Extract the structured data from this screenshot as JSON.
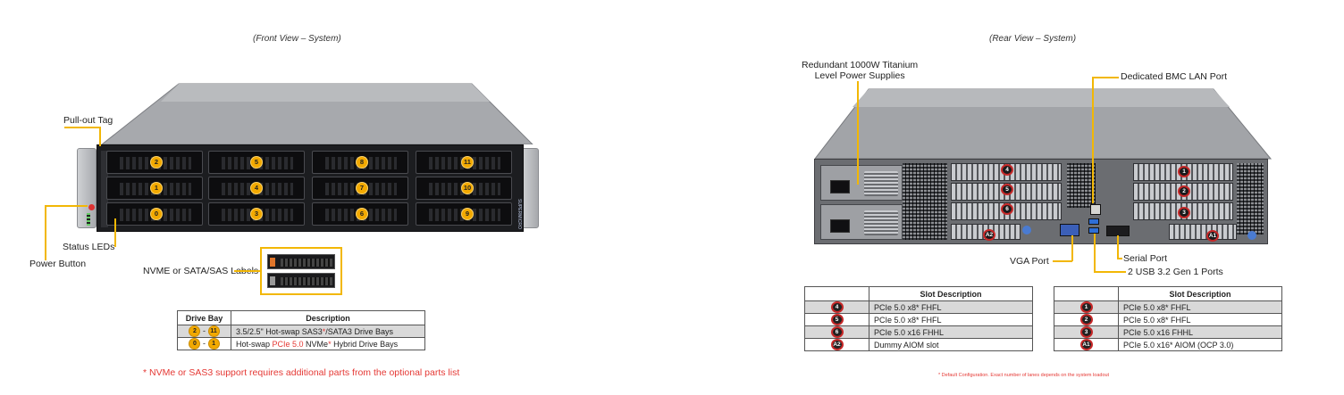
{
  "front": {
    "caption": "(Front View – System)",
    "labels": {
      "pullout_tag": "Pull-out Tag",
      "status_leds": "Status LEDs",
      "power_button": "Power Button",
      "drive_labels": "NVME or SATA/SAS Labels"
    },
    "bay_numbers": {
      "row1": [
        "2",
        "5",
        "8",
        "11"
      ],
      "row2": [
        "1",
        "4",
        "7",
        "10"
      ],
      "row3": [
        "0",
        "3",
        "6",
        "9"
      ]
    },
    "brand_vertical": "SUPERMICRO",
    "table": {
      "headers": [
        "Drive Bay",
        "Description"
      ],
      "rows": [
        {
          "from": "2",
          "dash": "-",
          "to": "11",
          "desc_a": "3.5/2.5\" Hot-swap SAS3",
          "desc_star": "*",
          "desc_b": "/SATA3 Drive  Bays"
        },
        {
          "from": "0",
          "dash": "-",
          "to": "1",
          "desc_a": "Hot-swap ",
          "desc_red": "PCIe 5.0",
          "desc_b": " NVMe",
          "desc_star": "*",
          "desc_c": " Hybrid Drive  Bays"
        }
      ]
    },
    "footnote": "* NVMe or SAS3 support requires additional parts from the optional parts list"
  },
  "rear": {
    "caption": "(Rear View – System)",
    "labels": {
      "psu_line1": "Redundant  1000W Titanium",
      "psu_line2": "Level Power Supplies",
      "bmc": "Dedicated BMC LAN Port",
      "serial": "Serial Port",
      "vga": "VGA Port",
      "usb": "2 USB 3.2 Gen 1 Ports"
    },
    "slot_badges": {
      "left": [
        "4",
        "5",
        "6"
      ],
      "right": [
        "1",
        "2",
        "3"
      ],
      "aiom_left": "A2",
      "aiom_right": "A1"
    },
    "table_left": {
      "headers": [
        "",
        "Slot Description"
      ],
      "rows": [
        {
          "badge": "4",
          "desc": "PCIe 5.0 x8* FHFL"
        },
        {
          "badge": "5",
          "desc": "PCIe 5.0 x8* FHFL"
        },
        {
          "badge": "6",
          "desc": "PCIe 5.0 x16 FHHL"
        },
        {
          "badge": "A2",
          "desc": "Dummy AIOM slot"
        }
      ]
    },
    "table_right": {
      "headers": [
        "",
        "Slot Description"
      ],
      "rows": [
        {
          "badge": "1",
          "desc": "PCIe 5.0 x8* FHFL"
        },
        {
          "badge": "2",
          "desc": "PCIe 5.0 x8* FHFL"
        },
        {
          "badge": "3",
          "desc": "PCIe 5.0 x16 FHHL"
        },
        {
          "badge": "A1",
          "desc": "PCIe 5.0 x16* AIOM (OCP 3.0)"
        }
      ]
    },
    "footnote": "* Default Configuration.  Exact number of lanes depends on the system loadout"
  },
  "colors": {
    "accent": "#f2b705",
    "badge_yellow": "#f2a900",
    "badge_red": "#c62828",
    "note_red": "#e53935"
  }
}
